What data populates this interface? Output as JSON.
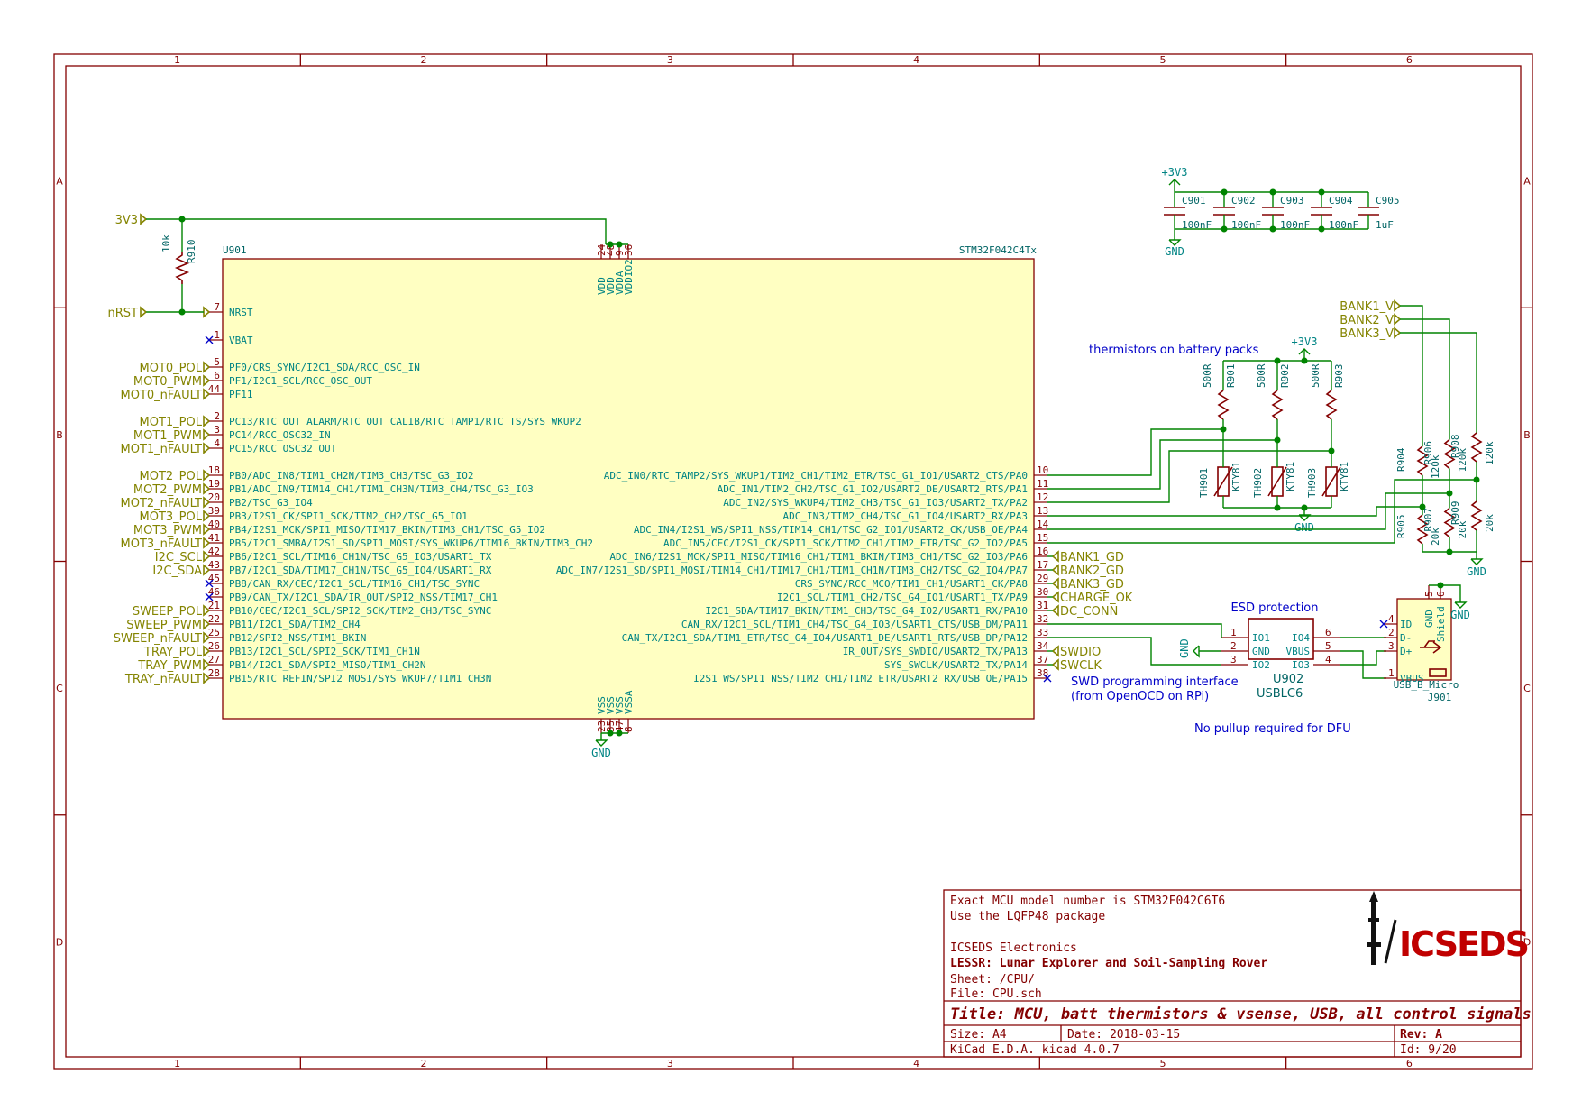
{
  "ruler": {
    "cols": [
      "1",
      "2",
      "3",
      "4",
      "5",
      "6"
    ],
    "rows": [
      "A",
      "B",
      "C",
      "D"
    ]
  },
  "mcu": {
    "ref": "U901",
    "value": "STM32F042C4Tx",
    "top_pins": [
      {
        "num": "24",
        "name": "VDD"
      },
      {
        "num": "48",
        "name": "VDD"
      },
      {
        "num": "9",
        "name": "VDDA"
      },
      {
        "num": "36",
        "name": "VDDIO2"
      }
    ],
    "bottom_pins": [
      {
        "num": "23",
        "name": "VSS"
      },
      {
        "num": "35",
        "name": "VSS"
      },
      {
        "num": "47",
        "name": "VSS"
      },
      {
        "num": "8",
        "name": "VSSA"
      }
    ],
    "left_pins": [
      {
        "num": "7",
        "name": "NRST",
        "net": "nRST"
      },
      {
        "num": "1",
        "name": "VBAT",
        "net": ""
      },
      {
        "num": "5",
        "name": "PF0/CRS_SYNC/I2C1_SDA/RCC_OSC_IN",
        "net": "MOT0_POL"
      },
      {
        "num": "6",
        "name": "PF1/I2C1_SCL/RCC_OSC_OUT",
        "net": "MOT0_PWM"
      },
      {
        "num": "44",
        "name": "PF11",
        "net": "MOT0_nFAULT"
      },
      {
        "num": "2",
        "name": "PC13/RTC_OUT_ALARM/RTC_OUT_CALIB/RTC_TAMP1/RTC_TS/SYS_WKUP2",
        "net": "MOT1_POL"
      },
      {
        "num": "3",
        "name": "PC14/RCC_OSC32_IN",
        "net": "MOT1_PWM"
      },
      {
        "num": "4",
        "name": "PC15/RCC_OSC32_OUT",
        "net": "MOT1_nFAULT"
      },
      {
        "num": "18",
        "name": "PB0/ADC_IN8/TIM1_CH2N/TIM3_CH3/TSC_G3_IO2",
        "net": "MOT2_POL"
      },
      {
        "num": "19",
        "name": "PB1/ADC_IN9/TIM14_CH1/TIM1_CH3N/TIM3_CH4/TSC_G3_IO3",
        "net": "MOT2_PWM"
      },
      {
        "num": "20",
        "name": "PB2/TSC_G3_IO4",
        "net": "MOT2_nFAULT"
      },
      {
        "num": "39",
        "name": "PB3/I2S1_CK/SPI1_SCK/TIM2_CH2/TSC_G5_IO1",
        "net": "MOT3_POL"
      },
      {
        "num": "40",
        "name": "PB4/I2S1_MCK/SPI1_MISO/TIM17_BKIN/TIM3_CH1/TSC_G5_IO2",
        "net": "MOT3_PWM"
      },
      {
        "num": "41",
        "name": "PB5/I2C1_SMBA/I2S1_SD/SPI1_MOSI/SYS_WKUP6/TIM16_BKIN/TIM3_CH2",
        "net": "MOT3_nFAULT"
      },
      {
        "num": "42",
        "name": "PB6/I2C1_SCL/TIM16_CH1N/TSC_G5_IO3/USART1_TX",
        "net": "I2C_SCL"
      },
      {
        "num": "43",
        "name": "PB7/I2C1_SDA/TIM17_CH1N/TSC_G5_IO4/USART1_RX",
        "net": "I2C_SDA"
      },
      {
        "num": "45",
        "name": "PB8/CAN_RX/CEC/I2C1_SCL/TIM16_CH1/TSC_SYNC",
        "net": ""
      },
      {
        "num": "46",
        "name": "PB9/CAN_TX/I2C1_SDA/IR_OUT/SPI2_NSS/TIM17_CH1",
        "net": ""
      },
      {
        "num": "21",
        "name": "PB10/CEC/I2C1_SCL/SPI2_SCK/TIM2_CH3/TSC_SYNC",
        "net": "SWEEP_POL"
      },
      {
        "num": "22",
        "name": "PB11/I2C1_SDA/TIM2_CH4",
        "net": "SWEEP_PWM"
      },
      {
        "num": "25",
        "name": "PB12/SPI2_NSS/TIM1_BKIN",
        "net": "SWEEP_nFAULT"
      },
      {
        "num": "26",
        "name": "PB13/I2C1_SCL/SPI2_SCK/TIM1_CH1N",
        "net": "TRAY_POL"
      },
      {
        "num": "27",
        "name": "PB14/I2C1_SDA/SPI2_MISO/TIM1_CH2N",
        "net": "TRAY_PWM"
      },
      {
        "num": "28",
        "name": "PB15/RTC_REFIN/SPI2_MOSI/SYS_WKUP7/TIM1_CH3N",
        "net": "TRAY_nFAULT"
      }
    ],
    "right_pins": [
      {
        "num": "10",
        "name": "ADC_IN0/RTC_TAMP2/SYS_WKUP1/TIM2_CH1/TIM2_ETR/TSC_G1_IO1/USART2_CTS/PA0",
        "net": ""
      },
      {
        "num": "11",
        "name": "ADC_IN1/TIM2_CH2/TSC_G1_IO2/USART2_DE/USART2_RTS/PA1",
        "net": ""
      },
      {
        "num": "12",
        "name": "ADC_IN2/SYS_WKUP4/TIM2_CH3/TSC_G1_IO3/USART2_TX/PA2",
        "net": ""
      },
      {
        "num": "13",
        "name": "ADC_IN3/TIM2_CH4/TSC_G1_IO4/USART2_RX/PA3",
        "net": ""
      },
      {
        "num": "14",
        "name": "ADC_IN4/I2S1_WS/SPI1_NSS/TIM14_CH1/TSC_G2_IO1/USART2_CK/USB_OE/PA4",
        "net": ""
      },
      {
        "num": "15",
        "name": "ADC_IN5/CEC/I2S1_CK/SPI1_SCK/TIM2_CH1/TIM2_ETR/TSC_G2_IO2/PA5",
        "net": ""
      },
      {
        "num": "16",
        "name": "ADC_IN6/I2S1_MCK/SPI1_MISO/TIM16_CH1/TIM1_BKIN/TIM3_CH1/TSC_G2_IO3/PA6",
        "net": "BANK1_GD"
      },
      {
        "num": "17",
        "name": "ADC_IN7/I2S1_SD/SPI1_MOSI/TIM14_CH1/TIM17_CH1/TIM1_CH1N/TIM3_CH2/TSC_G2_IO4/PA7",
        "net": "BANK2_GD"
      },
      {
        "num": "29",
        "name": "CRS_SYNC/RCC_MCO/TIM1_CH1/USART1_CK/PA8",
        "net": "BANK3_GD"
      },
      {
        "num": "30",
        "name": "I2C1_SCL/TIM1_CH2/TSC_G4_IO1/USART1_TX/PA9",
        "net": "CHARGE_OK"
      },
      {
        "num": "31",
        "name": "I2C1_SDA/TIM17_BKIN/TIM1_CH3/TSC_G4_IO2/USART1_RX/PA10",
        "net": "DC_CONN"
      },
      {
        "num": "32",
        "name": "CAN_RX/I2C1_SCL/TIM1_CH4/TSC_G4_IO3/USART1_CTS/USB_DM/PA11",
        "net": ""
      },
      {
        "num": "33",
        "name": "CAN_TX/I2C1_SDA/TIM1_ETR/TSC_G4_IO4/USART1_DE/USART1_RTS/USB_DP/PA12",
        "net": ""
      },
      {
        "num": "34",
        "name": "IR_OUT/SYS_SWDIO/USART2_TX/PA13",
        "net": "SWDIO"
      },
      {
        "num": "37",
        "name": "SYS_SWCLK/USART2_TX/PA14",
        "net": "SWCLK"
      },
      {
        "num": "38",
        "name": "I2S1_WS/SPI1_NSS/TIM2_CH1/TIM2_ETR/USART2_RX/USB_OE/PA15",
        "net": ""
      }
    ]
  },
  "power": {
    "v3v3_label": "3V3",
    "plus3v3": "+3V3",
    "gnd": "GND"
  },
  "r910": {
    "ref": "R910",
    "value": "10k"
  },
  "decoupling": {
    "caps": [
      {
        "ref": "C901",
        "value": "100nF"
      },
      {
        "ref": "C902",
        "value": "100nF"
      },
      {
        "ref": "C903",
        "value": "100nF"
      },
      {
        "ref": "C904",
        "value": "100nF"
      },
      {
        "ref": "C905",
        "value": "1uF"
      }
    ]
  },
  "thermistors": {
    "note": "thermistors on battery packs",
    "pullups": [
      {
        "ref": "R901",
        "value": "500R"
      },
      {
        "ref": "R902",
        "value": "500R"
      },
      {
        "ref": "R903",
        "value": "500R"
      }
    ],
    "therms": [
      {
        "ref": "TH901",
        "value": "KTY81"
      },
      {
        "ref": "TH902",
        "value": "KTY81"
      },
      {
        "ref": "TH903",
        "value": "KTY81"
      }
    ]
  },
  "dividers": {
    "inputs": [
      "BANK1_V",
      "BANK2_V",
      "BANK3_V"
    ],
    "top": [
      {
        "ref": "R904",
        "value": "120k"
      },
      {
        "ref": "R906",
        "value": "120k"
      },
      {
        "ref": "R908",
        "value": "120k"
      }
    ],
    "bottom": [
      {
        "ref": "R905",
        "value": "20k"
      },
      {
        "ref": "R907",
        "value": "20k"
      },
      {
        "ref": "R909",
        "value": "20k"
      }
    ]
  },
  "esd": {
    "title": "ESD protection",
    "ref": "U902",
    "value": "USBLC6",
    "left": [
      {
        "num": "1",
        "name": "IO1"
      },
      {
        "num": "2",
        "name": "GND"
      },
      {
        "num": "3",
        "name": "IO2"
      }
    ],
    "right": [
      {
        "num": "6",
        "name": "IO4"
      },
      {
        "num": "5",
        "name": "VBUS"
      },
      {
        "num": "4",
        "name": "IO3"
      }
    ]
  },
  "usb": {
    "ref": "J901",
    "value": "USB_B_Micro",
    "pins": [
      {
        "num": "4",
        "name": "ID"
      },
      {
        "num": "2",
        "name": "D-"
      },
      {
        "num": "3",
        "name": "D+"
      },
      {
        "num": "1",
        "name": "VBUS"
      }
    ],
    "gnd_pin": "5",
    "shield_pin": "6",
    "gnd_name": "GND",
    "shield_name": "Shield"
  },
  "notes": {
    "swd1": "SWD programming interface",
    "swd2": "(from OpenOCD on RPi)",
    "dfu": "No pullup required for DFU"
  },
  "title_block": {
    "comment1": "Exact MCU model number is STM32F042C6T6",
    "comment2": "Use the LQFP48 package",
    "company": "ICSEDS Electronics",
    "project": "LESSR: Lunar Explorer and Soil-Sampling Rover",
    "sheet": "Sheet: /CPU/",
    "file": "File: CPU.sch",
    "title": "Title: MCU, batt thermistors & vsense, USB, all control signals",
    "size": "Size: A4",
    "date": "Date: 2018-03-15",
    "rev": "Rev: A",
    "tool": "KiCad E.D.A.  kicad 4.0.7",
    "id": "Id: 9/20",
    "logo_text": "ICSEDS"
  }
}
